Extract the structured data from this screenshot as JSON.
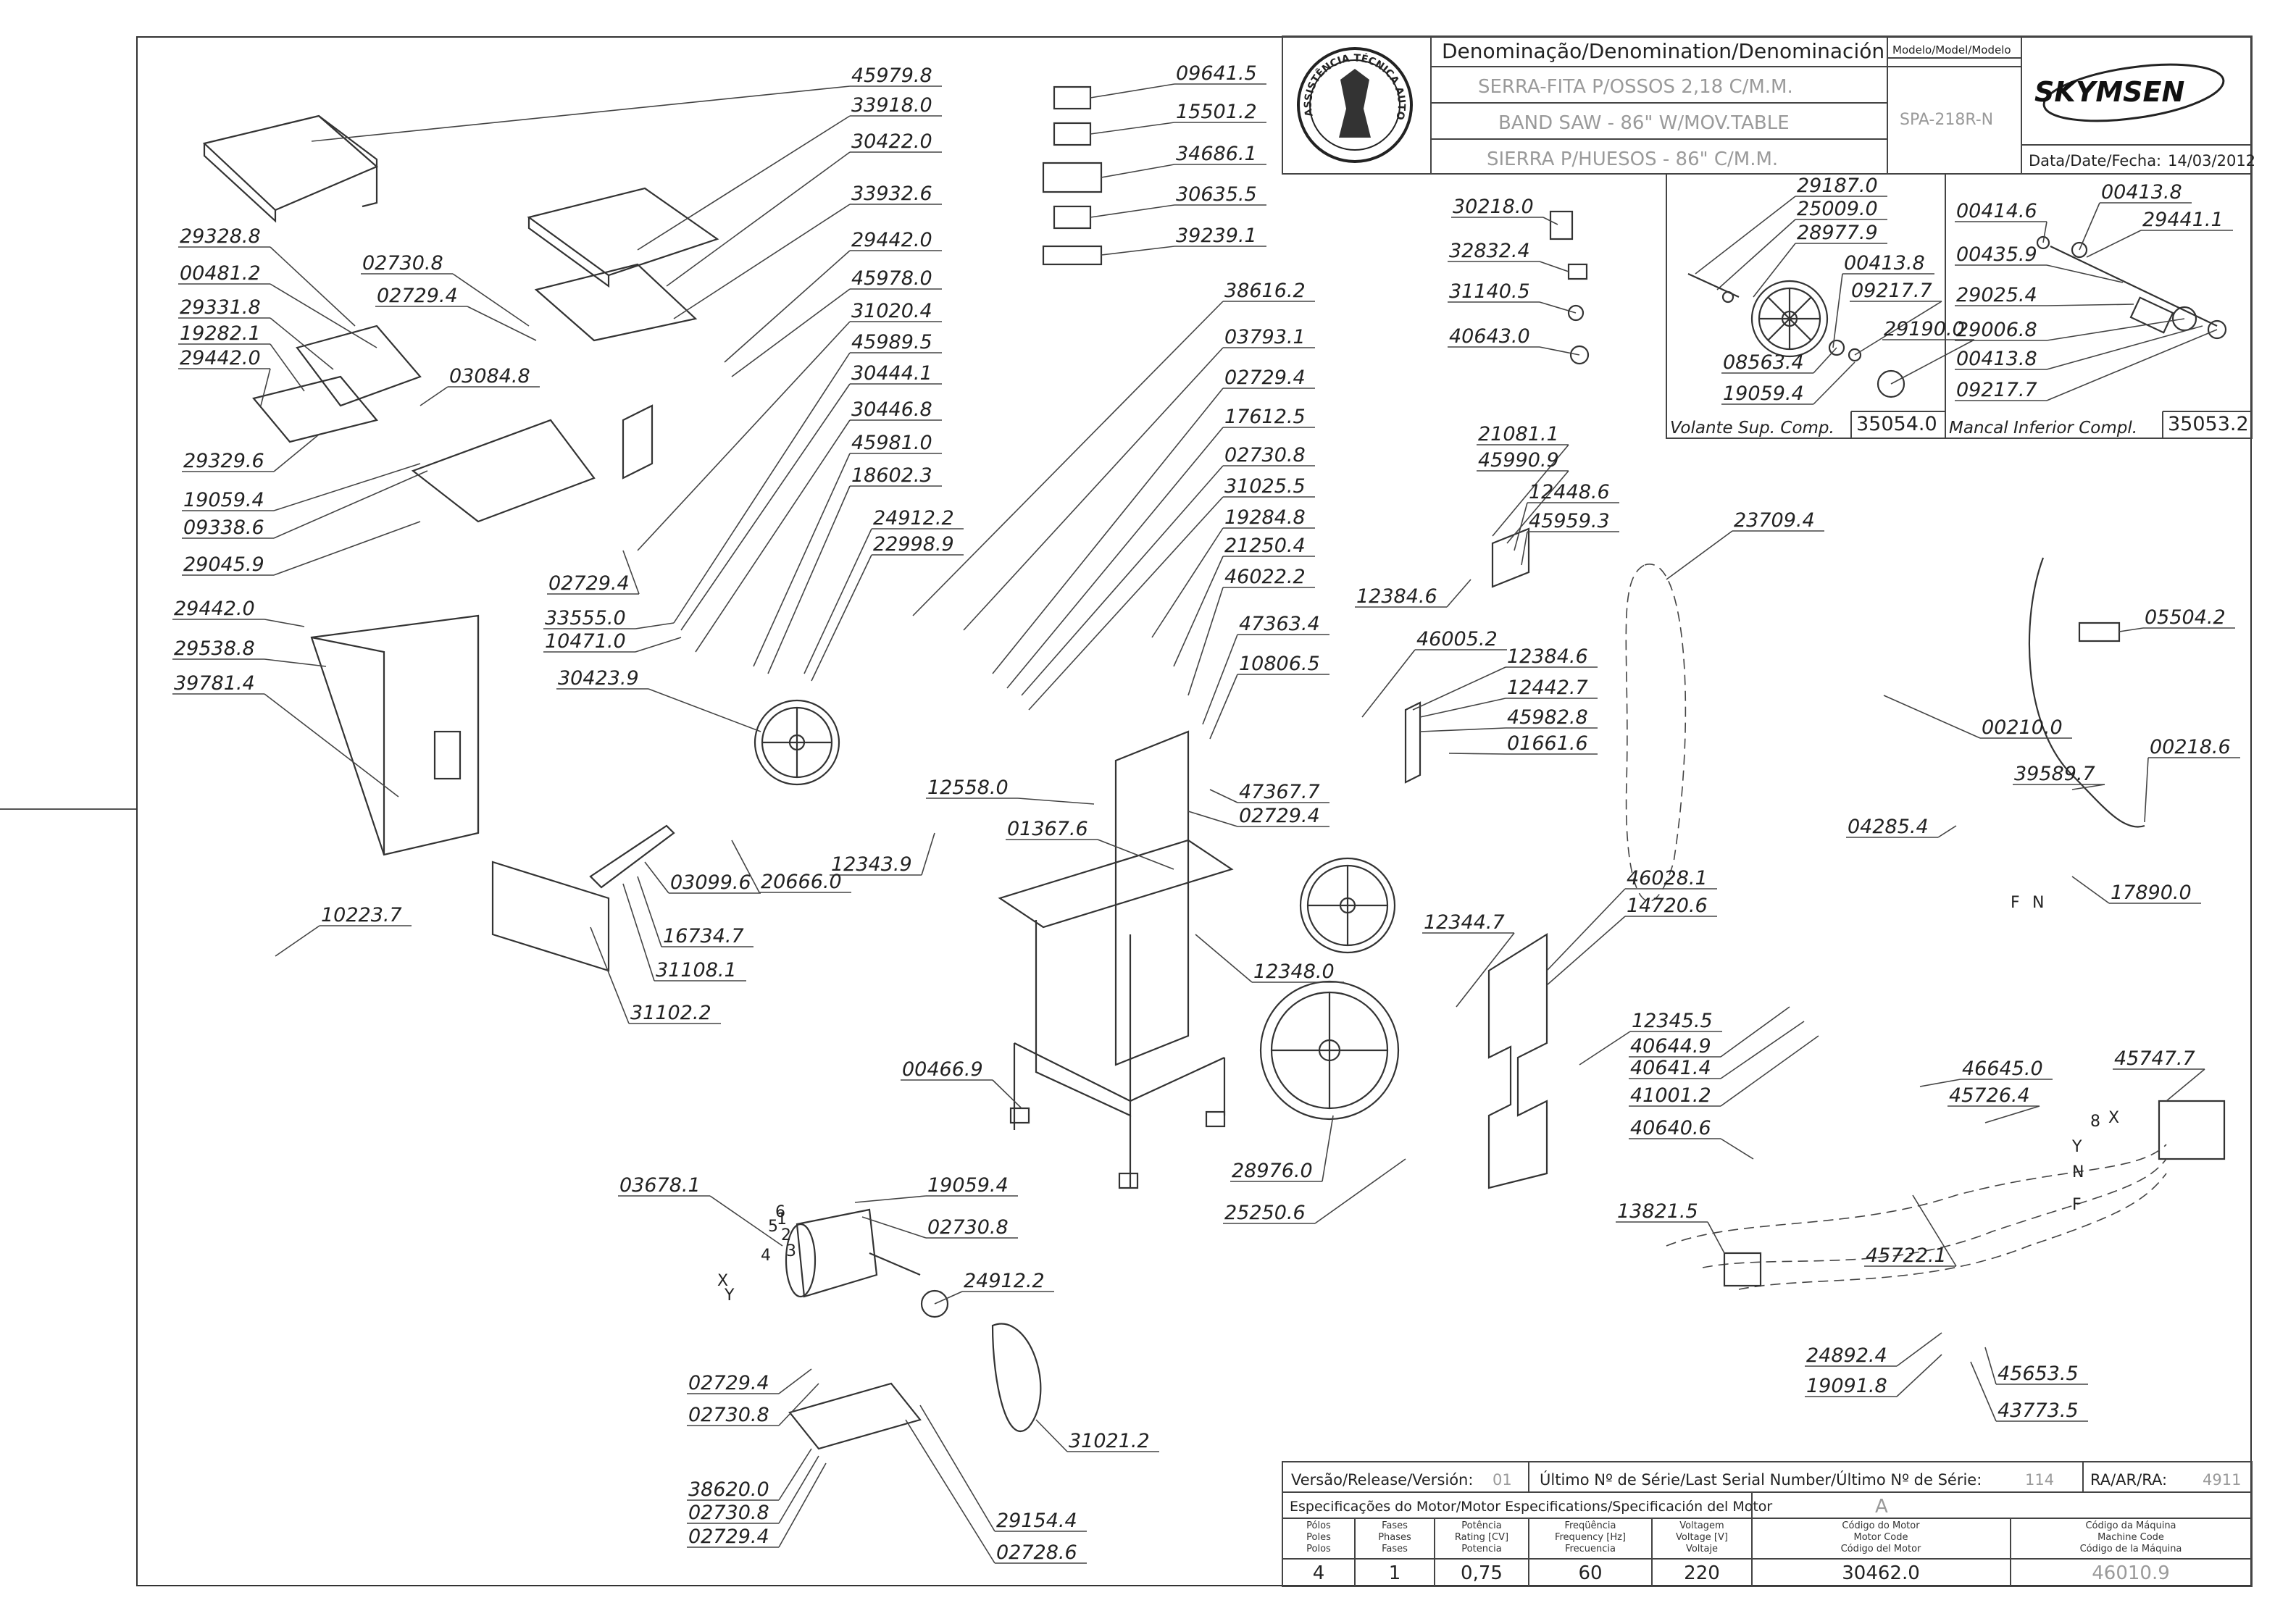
{
  "title_block": {
    "denomination_header": "Denominação/Denomination/Denominación",
    "name_pt": "SERRA-FITA P/OSSOS 2,18 C/M.M.",
    "name_en": "BAND SAW - 86\" W/MOV.TABLE",
    "name_es": "SIERRA P/HUESOS - 86\" C/M.M.",
    "model_header": "Modelo/Model/Modelo",
    "model_value": "SPA-218R-N",
    "brand": "SKYMSEN",
    "date_label": "Data/Date/Fecha:",
    "date_value": "14/03/2012",
    "seal_text": "ASSISTÊNCIA TÉCNICA AUTORIZADA"
  },
  "bottom_table": {
    "release_label": "Versão/Release/Versión:",
    "release_value": "01",
    "serial_label": "Último Nº de Série/Last Serial Number/Último Nº de Série:",
    "serial_value": "114",
    "ra_label": "RA/AR/RA:",
    "ra_value": "4911",
    "motor_spec_label": "Especificações do Motor/Motor Especifications/Specificación del Motor",
    "variant": "A",
    "columns": [
      [
        "Pólos",
        "Poles",
        "Polos"
      ],
      [
        "Fases",
        "Phases",
        "Fases"
      ],
      [
        "Potência",
        "Rating [CV]",
        "Potencia"
      ],
      [
        "Freqüência",
        "Frequency [Hz]",
        "Frecuencia"
      ],
      [
        "Voltagem",
        "Voltage [V]",
        "Voltaje"
      ],
      [
        "Código do Motor",
        "Motor Code",
        "Código del Motor"
      ],
      [
        "Código da Máquina",
        "Machine Code",
        "Código de la Máquina"
      ]
    ],
    "values": [
      "4",
      "1",
      "0,75",
      "60",
      "220",
      "30462.0",
      "46010.9"
    ]
  },
  "insets": [
    {
      "label": "Volante Sup. Comp.",
      "code": "35054.0"
    },
    {
      "label": "Mancal Inferior Compl.",
      "code": "35053.2"
    }
  ],
  "wire_labels": [
    "F",
    "N",
    "X",
    "Y",
    "1",
    "2",
    "3",
    "4",
    "5",
    "6",
    "8",
    "X",
    "Y",
    "N",
    "F"
  ],
  "callouts": [
    "45979.8",
    "33918.0",
    "30422.0",
    "33932.6",
    "29442.0",
    "45978.0",
    "31020.4",
    "45989.5",
    "30444.1",
    "30446.8",
    "45981.0",
    "18602.3",
    "24912.2",
    "22998.9",
    "29328.8",
    "00481.2",
    "29331.8",
    "19282.1",
    "29442.0",
    "02730.8",
    "02729.4",
    "03084.8",
    "29329.6",
    "19059.4",
    "09338.6",
    "29045.9",
    "09641.5",
    "15501.2",
    "34686.1",
    "30635.5",
    "39239.1",
    "38616.2",
    "03793.1",
    "02729.4",
    "17612.5",
    "02730.8",
    "31025.5",
    "19284.8",
    "21250.4",
    "46022.2",
    "47363.4",
    "10806.5",
    "47367.7",
    "02729.4",
    "02729.4",
    "33555.0",
    "10471.0",
    "30423.9",
    "29442.0",
    "29538.8",
    "39781.4",
    "12558.0",
    "01367.6",
    "12343.9",
    "20666.0",
    "03099.6",
    "16734.7",
    "31108.1",
    "31102.2",
    "10223.7",
    "12344.7",
    "12348.0",
    "00466.9",
    "28976.0",
    "25250.6",
    "30218.0",
    "32832.4",
    "31140.5",
    "40643.0",
    "29187.0",
    "25009.0",
    "28977.9",
    "00413.8",
    "09217.7",
    "29190.0",
    "08563.4",
    "19059.4",
    "00414.6",
    "00413.8",
    "29441.1",
    "00435.9",
    "29025.4",
    "29006.8",
    "00413.8",
    "09217.7",
    "21081.1",
    "45990.9",
    "12448.6",
    "45959.3",
    "12384.6",
    "46005.2",
    "12384.6",
    "12442.7",
    "45982.8",
    "01661.6",
    "23709.4",
    "05504.2",
    "00210.0",
    "00218.6",
    "39589.7",
    "04285.4",
    "17890.0",
    "46028.1",
    "14720.6",
    "12345.5",
    "40644.9",
    "40641.4",
    "41001.2",
    "40640.6",
    "13821.5",
    "46645.0",
    "45726.4",
    "45747.7",
    "45722.1",
    "24892.4",
    "19091.8",
    "45653.5",
    "43773.5",
    "03678.1",
    "19059.4",
    "02730.8",
    "24912.2",
    "02729.4",
    "02730.8",
    "31021.2",
    "38620.0",
    "02730.8",
    "02729.4",
    "29154.4",
    "02728.6"
  ]
}
